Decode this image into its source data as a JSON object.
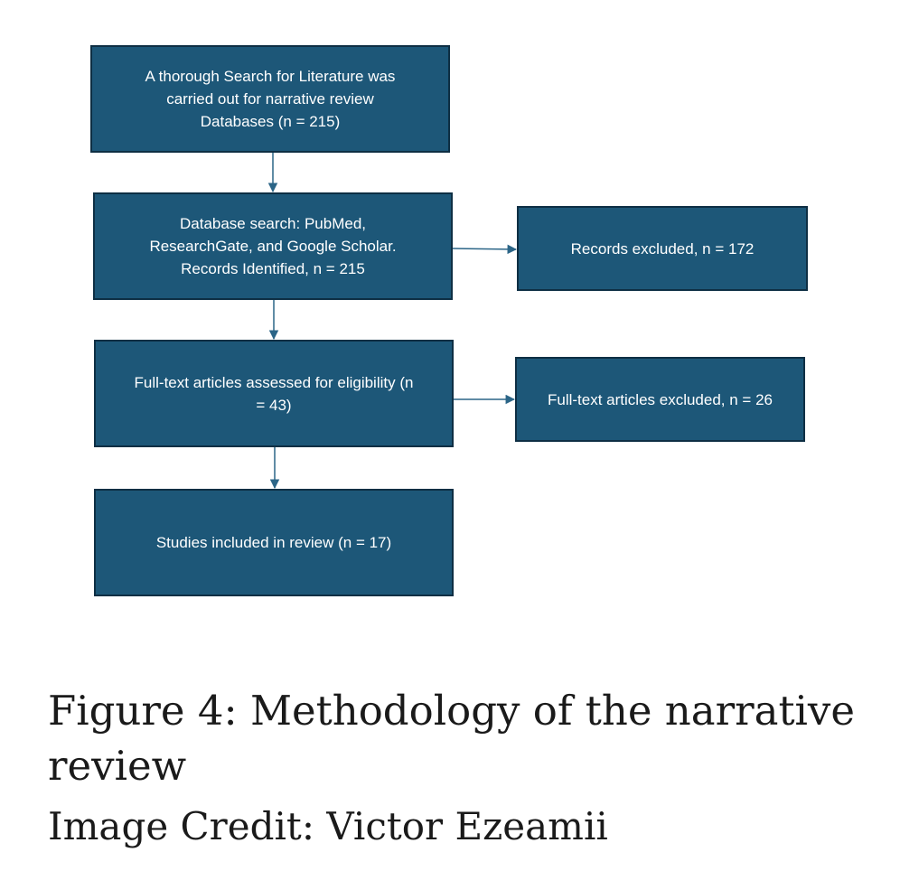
{
  "flowchart": {
    "box_search": "A thorough Search for Literature was\ncarried out for narrative review\nDatabases (n = 215)",
    "box_database": "Database search: PubMed,\nResearchGate, and Google Scholar.\nRecords Identified, n = 215",
    "box_records_excluded": "Records excluded, n = 172",
    "box_fulltext_assessed": "Full-text articles assessed for eligibility (n\n= 43)",
    "box_fulltext_excluded": "Full-text articles excluded, n = 26",
    "box_included": "Studies included in review (n = 17)"
  },
  "caption": {
    "title": "Figure 4: Methodology of the narrative review",
    "credit": "Image Credit: Victor Ezeamii"
  },
  "colors": {
    "box_fill": "#1d5778",
    "box_border": "#0e2f44",
    "connector": "#2b6587",
    "box_text": "#ffffff",
    "caption_text": "#1a1a1a"
  }
}
